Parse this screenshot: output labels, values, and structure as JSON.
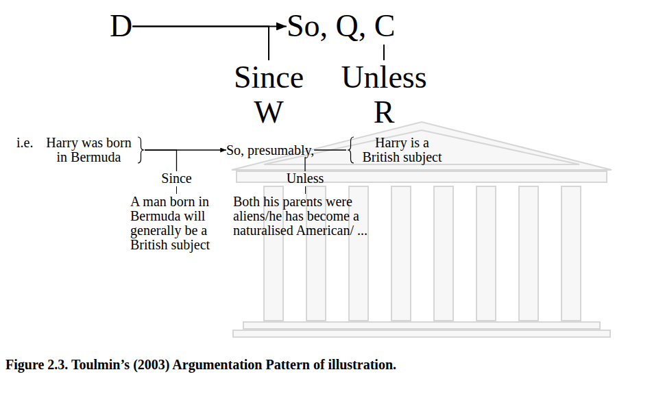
{
  "diagram": {
    "caption": "Figure 2.3. Toulmin’s (2003) Argumentation Pattern of illustration.",
    "nodes": [
      {
        "text": [
          "D"
        ]
      },
      {
        "text": [
          "So, Q, C"
        ]
      },
      {
        "text": [
          "Since",
          "W"
        ]
      },
      {
        "text": [
          "Unless",
          "R"
        ]
      },
      {
        "text": [
          "Harry was born in Bermuda"
        ]
      },
      {
        "text": [
          "So, presumably,"
        ]
      },
      {
        "text": [
          "Harry is a British subject"
        ]
      },
      {
        "text": [
          "Since",
          "A man born in Bermuda will generally be a British subject"
        ]
      },
      {
        "text": [
          "Unless",
          "Both his parents were aliens/he has become a naturalised American/ ..."
        ]
      }
    ],
    "edges": [
      {
        "from": 0,
        "to": 1,
        "arrow": "to"
      },
      {
        "from": 0,
        "to": 2,
        "arrow": "none"
      },
      {
        "from": 1,
        "to": 3,
        "arrow": "none"
      },
      {
        "from": 4,
        "to": 5,
        "arrow": "to"
      },
      {
        "from": 4,
        "to": 7,
        "arrow": "none"
      },
      {
        "from": 5,
        "to": 6,
        "arrow": "none"
      },
      {
        "from": 5,
        "to": 8,
        "arrow": "none"
      }
    ],
    "labels": [
      "i.e."
    ]
  }
}
